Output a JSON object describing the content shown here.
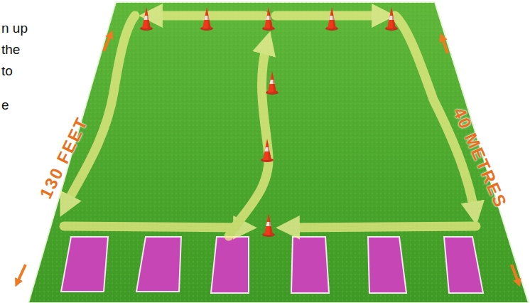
{
  "diagram": {
    "labels": [
      "n up",
      "the",
      "to",
      "e",
      "130 FEET",
      "40 METRES"
    ]
  }
}
